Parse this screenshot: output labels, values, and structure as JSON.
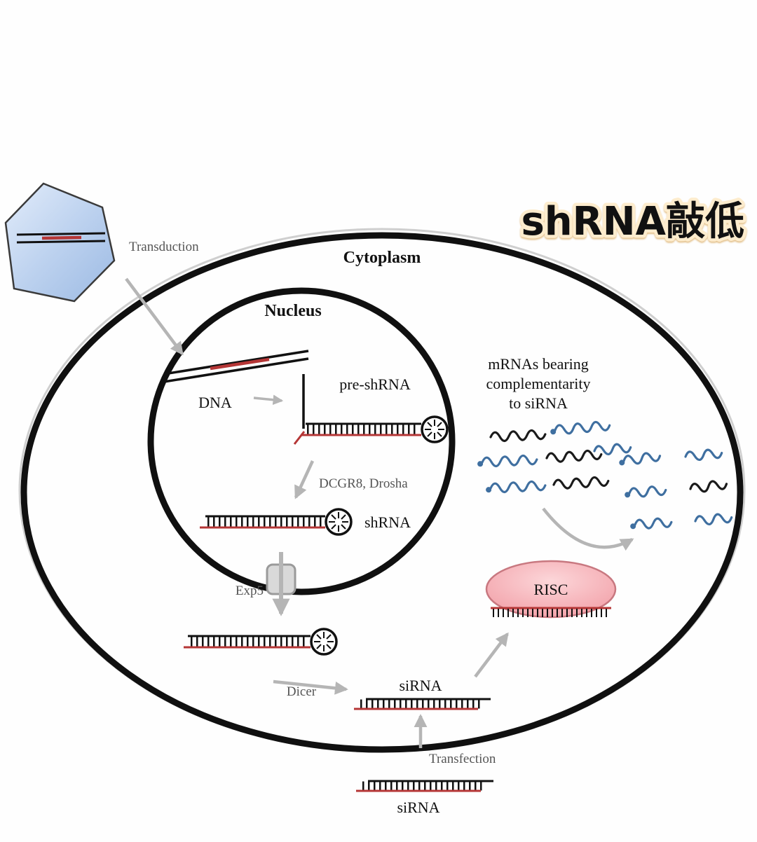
{
  "title": {
    "text": "shRNA敲低"
  },
  "cell": {
    "cytoplasm_label": "Cytoplasm",
    "nucleus_label": "Nucleus"
  },
  "nucleus": {
    "dna_label": "DNA",
    "pre_shrna_label": "pre-shRNA",
    "dcgr8_label": "DCGR8, Drosha",
    "shrna_label": "shRNA"
  },
  "transport": {
    "transduction_label": "Transduction",
    "exp5_label": "Exp5"
  },
  "cytoplasm": {
    "dicer_label": "Dicer",
    "sirna_label": "siRNA",
    "risc_label": "RISC",
    "mrna_caption_line1": "mRNAs bearing",
    "mrna_caption_line2": "complementarity",
    "mrna_caption_line3": "to siRNA"
  },
  "outside": {
    "transfection_label": "Transfection",
    "sirna_label": "siRNA"
  },
  "colors": {
    "title_orange": "#eda239",
    "title_outline": "#fdeccd",
    "mrna_blue": "#3f6fa0",
    "strand_red": "#b53636",
    "risc_pink": "#f29ba3",
    "virus_blue": "#b9cfee",
    "arrow_gray": "#b5b5b5",
    "membrane_black": "#101010"
  }
}
